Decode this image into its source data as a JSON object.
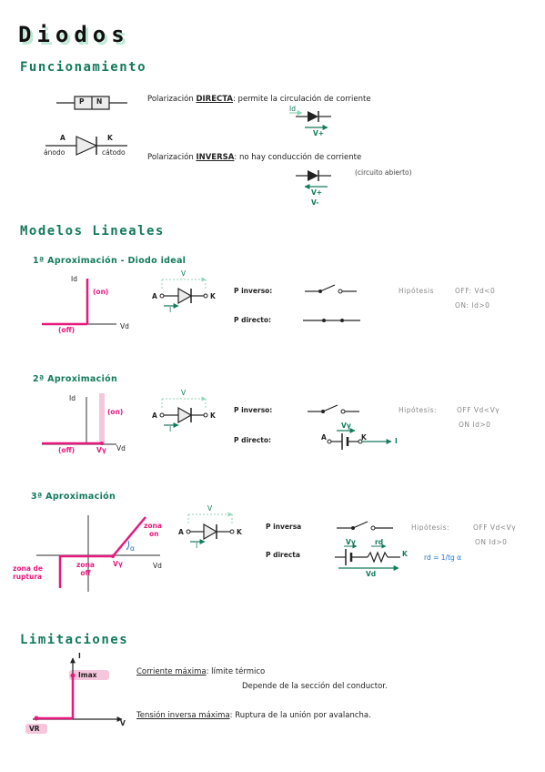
{
  "title": "Diodos",
  "sections": {
    "funcionamiento": {
      "heading": "Funcionamiento",
      "pn_p": "P",
      "pn_n": "N",
      "anode_letter": "A",
      "anode_label": "ánodo",
      "cathode_letter": "K",
      "cathode_label": "cátodo",
      "direct_label": "Polarización",
      "direct_keyword": "DIRECTA",
      "direct_text": ": permite la circulación de corriente",
      "direct_i": "Id",
      "direct_v": "V+",
      "inverse_label": "Polarización",
      "inverse_keyword": "INVERSA",
      "inverse_text": ": no hay conducción de corriente",
      "inverse_note": "(circuito abierto)",
      "inverse_vplus": "V+",
      "inverse_vminus": "V-"
    },
    "modelos": {
      "heading": "Modelos Lineales",
      "approx1": {
        "title": "1ª Aproximación - Diodo ideal",
        "axis_y": "Id",
        "axis_x": "Vd",
        "on": "(on)",
        "off": "(off)",
        "v": "V",
        "i": "I",
        "a": "A",
        "k": "K",
        "p_inverso": "P inverso:",
        "p_directo": "P directo:",
        "hyp_label": "Hipótesis",
        "hyp_off": "OFF: Vd<0",
        "hyp_on": "ON: Id>0"
      },
      "approx2": {
        "title": "2ª Aproximación",
        "axis_y": "Id",
        "axis_x": "Vd",
        "on": "(on)",
        "off": "(off)",
        "vg": "Vγ",
        "v": "V",
        "i": "I",
        "a": "A",
        "k": "K",
        "p_inverso": "P inverso:",
        "p_directo": "P directo:",
        "vg_source": "Vγ",
        "src_a": "A",
        "src_k": "K",
        "src_i": "I",
        "hyp_label": "Hipótesis:",
        "hyp_off": "OFF Vd<Vγ",
        "hyp_on": "ON Id>0"
      },
      "approx3": {
        "title": "3ª Aproximación",
        "axis_x": "Vd",
        "zona_on_1": "zona",
        "zona_on_2": "on",
        "zona_off_1": "zona",
        "zona_off_2": "off",
        "zona_ruptura_1": "zona de",
        "zona_ruptura_2": "ruptura",
        "vg": "Vγ",
        "alpha": "α",
        "v": "V",
        "i": "I",
        "a": "A",
        "k": "K",
        "p_inversa": "P inversa",
        "p_directa": "P directa",
        "vg_src": "Vγ",
        "rd": "rd",
        "vd": "Vd",
        "src_k": "K",
        "rd_formula": "rd = 1/tg α",
        "hyp_label": "Hipótesis:",
        "hyp_off": "OFF Vd<Vγ",
        "hyp_on": "ON Id>0"
      }
    },
    "limitaciones": {
      "heading": "Limitaciones",
      "axis_i": "I",
      "axis_v": "V",
      "imax": "Imax",
      "vr": "VR",
      "corriente_label": "Corriente máxima",
      "corriente_text": ": límite térmico",
      "corriente_sub": "Depende de la sección del conductor.",
      "tension_label": "Tensión inversa máxima",
      "tension_text": ": Ruptura de la unión por avalancha."
    }
  },
  "colors": {
    "green": "#137a5c",
    "pink": "#e6197d",
    "mint": "#bfe9d6",
    "pink_light": "#f6c6dc",
    "blue": "#1a73c8"
  }
}
